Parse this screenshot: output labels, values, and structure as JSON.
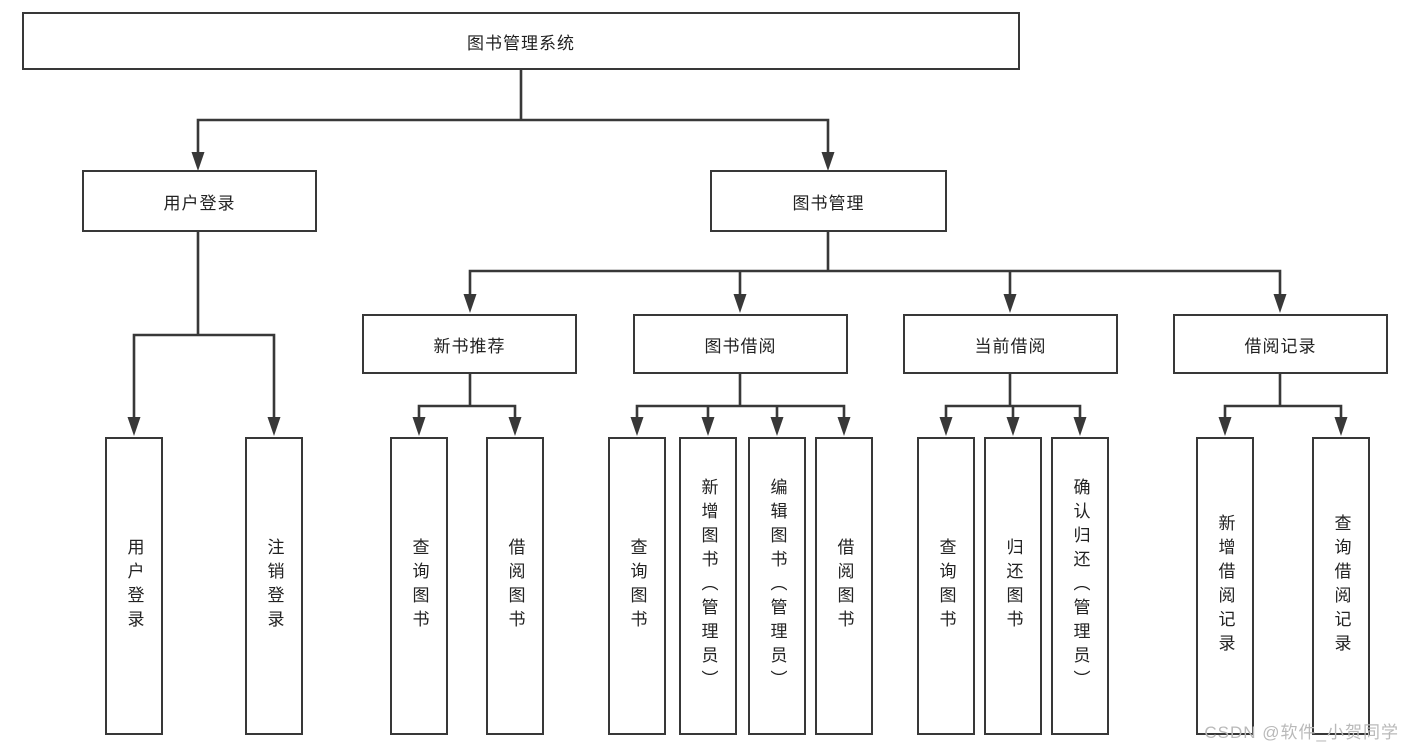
{
  "diagram": {
    "watermark": "CSDN @软件_小贺同学",
    "colors": {
      "line": "#383838",
      "text": "#222222",
      "watermark": "#b9b9b9",
      "background": "#ffffff"
    },
    "tree": {
      "label": "图书管理系统",
      "children": [
        {
          "label": "用户登录",
          "children": [
            {
              "label": "用户登录"
            },
            {
              "label": "注销登录"
            }
          ]
        },
        {
          "label": "图书管理",
          "children": [
            {
              "label": "新书推荐",
              "children": [
                {
                  "label": "查询图书"
                },
                {
                  "label": "借阅图书"
                }
              ]
            },
            {
              "label": "图书借阅",
              "children": [
                {
                  "label": "查询图书"
                },
                {
                  "label": "新增图书（管理员）"
                },
                {
                  "label": "编辑图书（管理员）"
                },
                {
                  "label": "借阅图书"
                }
              ]
            },
            {
              "label": "当前借阅",
              "children": [
                {
                  "label": "查询图书"
                },
                {
                  "label": "归还图书"
                },
                {
                  "label": "确认归还（管理员）"
                }
              ]
            },
            {
              "label": "借阅记录",
              "children": [
                {
                  "label": "新增借阅记录"
                },
                {
                  "label": "查询借阅记录"
                }
              ]
            }
          ]
        }
      ]
    }
  }
}
